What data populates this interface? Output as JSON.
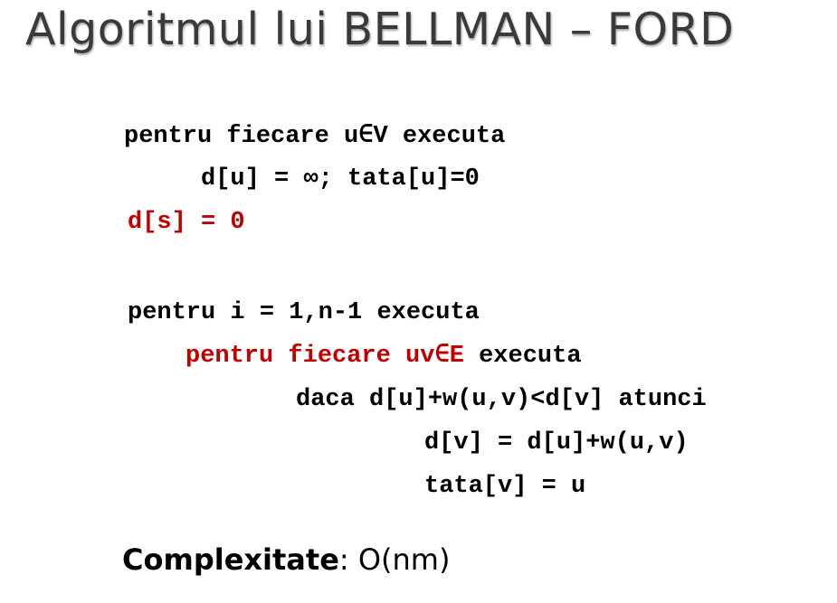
{
  "title": "Algoritmul lui BELLMAN – FORD",
  "colors": {
    "highlight": "#c00000",
    "title": "#3a3a3a"
  },
  "code": {
    "line1": "pentru fiecare u∈V executa",
    "line2": "d[u] = ∞; tata[u]=0",
    "line3": "d[s] = 0",
    "line4": "pentru i = 1,n-1 executa",
    "line5_red": "pentru fiecare uv∈E",
    "line5_rest": " executa",
    "line6": "daca d[u]+w(u,v)<d[v] atunci",
    "line7": "d[v] = d[u]+w(u,v)",
    "line8": "tata[v] = u"
  },
  "complexity": {
    "label": "Complexitate",
    "separator": ": ",
    "value": "O(nm)"
  }
}
